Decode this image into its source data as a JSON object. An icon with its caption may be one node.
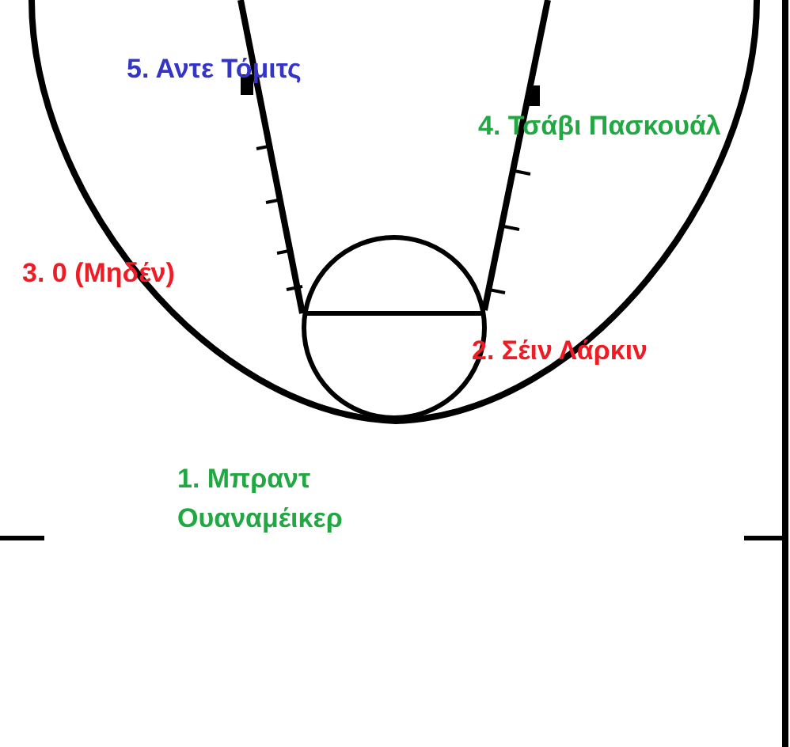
{
  "diagram": {
    "labels": [
      "5. Αντε Τόμιτς",
      "4. Τσάβι Πασκουάλ",
      "3. 0 (Μηδέν)",
      "2. Σέιν Λάρκιν",
      "1. Μπραντ Ουαναμέικερ"
    ]
  }
}
